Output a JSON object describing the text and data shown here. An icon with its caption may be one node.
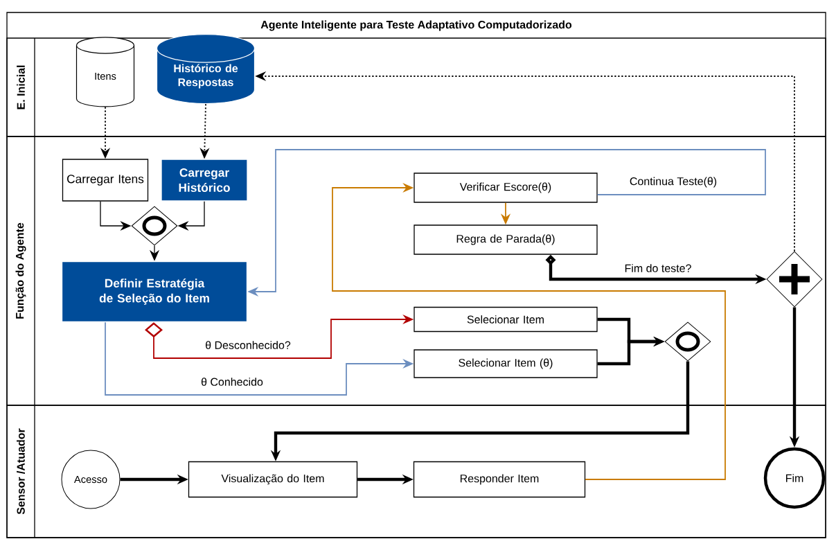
{
  "diagram": {
    "title": "Agente Inteligente para Teste Adaptativo Computadorizado",
    "nodes": [
      {
        "text": [
          "E. Inicial"
        ]
      },
      {
        "text": [
          "Função do Agente"
        ]
      },
      {
        "text": [
          "Sensor /Atuador"
        ]
      },
      {
        "text": [
          "Itens"
        ],
        "in": 0
      },
      {
        "text": [
          "Histórico de Respostas"
        ],
        "in": 0
      },
      {
        "text": [
          "Carregar Itens"
        ],
        "in": 1
      },
      {
        "text": [
          "Carregar Histórico"
        ],
        "in": 1
      },
      {
        "text": [],
        "shape": "diamond",
        "in": 1
      },
      {
        "text": [
          "Definir Estratégia de Seleção do Item"
        ],
        "in": 1
      },
      {
        "text": [
          "Verificar Escore(θ)"
        ],
        "in": 1
      },
      {
        "text": [
          "Regra de Parada(θ)"
        ],
        "in": 1
      },
      {
        "text": [
          "Selecionar Item"
        ],
        "in": 1
      },
      {
        "text": [
          "Selecionar Item (θ)"
        ],
        "in": 1
      },
      {
        "text": [],
        "shape": "diamond",
        "in": 1
      },
      {
        "text": [],
        "shape": "diamond",
        "in": 1
      },
      {
        "text": [
          "Acesso"
        ],
        "in": 2
      },
      {
        "text": [
          "Visualização do Item"
        ],
        "in": 2
      },
      {
        "text": [
          "Responder Item"
        ],
        "in": 2
      },
      {
        "text": [
          "Fim"
        ],
        "in": 2
      }
    ],
    "edges": [
      {
        "from": 3,
        "to": 5,
        "arrow": "to",
        "style": "dashed"
      },
      {
        "from": 4,
        "to": 6,
        "arrow": "to",
        "style": "dashed"
      },
      {
        "from": 5,
        "to": 7,
        "arrow": "to"
      },
      {
        "from": 6,
        "to": 7,
        "arrow": "to"
      },
      {
        "from": 7,
        "to": 8,
        "arrow": "to"
      },
      {
        "from": 9,
        "to": 8,
        "arrow": "to",
        "label": "Continua Teste(θ)",
        "color": "#6c8ebf"
      },
      {
        "from": 9,
        "to": 10,
        "arrow": "to",
        "color": "#c97b00"
      },
      {
        "from": 10,
        "to": 14,
        "arrow": "to",
        "label": "Fim do teste?",
        "style": "thick"
      },
      {
        "from": 8,
        "to": 11,
        "arrow": "to",
        "label": "θ Desconhecido?",
        "color": "#b20000"
      },
      {
        "from": 8,
        "to": 12,
        "arrow": "to",
        "label": "θ Conhecido",
        "color": "#6c8ebf"
      },
      {
        "from": 11,
        "to": 13,
        "arrow": "to",
        "style": "thick"
      },
      {
        "from": 12,
        "to": 13,
        "arrow": "to",
        "style": "thick"
      },
      {
        "from": 13,
        "to": 16,
        "arrow": "to",
        "style": "thick"
      },
      {
        "from": 15,
        "to": 16,
        "arrow": "to",
        "style": "thick"
      },
      {
        "from": 16,
        "to": 17,
        "arrow": "to",
        "style": "thick"
      },
      {
        "from": 17,
        "to": 9,
        "arrow": "to",
        "color": "#c97b00"
      },
      {
        "from": 14,
        "to": 4,
        "arrow": "to",
        "style": "dashed"
      },
      {
        "from": 14,
        "to": 18,
        "arrow": "to",
        "style": "thick"
      }
    ]
  }
}
